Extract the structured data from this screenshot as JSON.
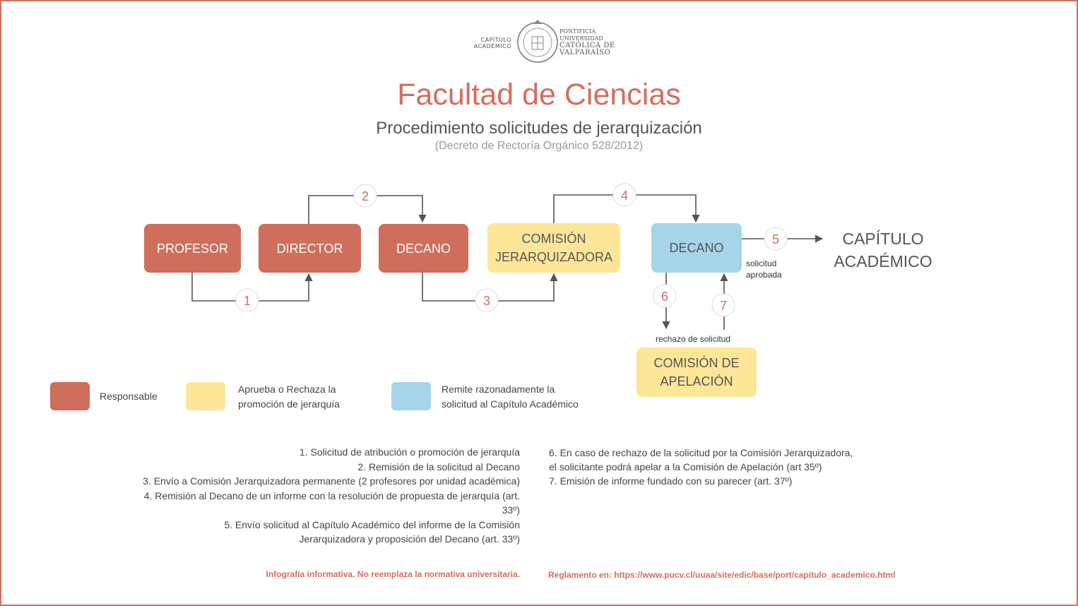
{
  "logo": {
    "left_lines": [
      "CAPÍTULO",
      "ACADÉMICO"
    ],
    "right_lines": [
      "PONTIFICIA",
      "UNIVERSIDAD",
      "CATÓLICA DE",
      "VALPARAÍSO"
    ]
  },
  "header": {
    "title": "Facultad de Ciencias",
    "subtitle": "Procedimiento solicitudes de jerarquización",
    "decree": "(Decreto de Rectoría Orgánico 528/2012)"
  },
  "boxes": {
    "profesor": "PROFESOR",
    "director": "DIRECTOR",
    "decano1": "DECANO",
    "comision_line1": "COMISIÓN",
    "comision_line2": "JERARQUIZADORA",
    "decano2": "DECANO",
    "apelacion_line1": "COMISIÓN DE",
    "apelacion_line2": "APELACIÓN",
    "capitulo_line1": "CAPÍTULO",
    "capitulo_line2": "ACADÉMICO"
  },
  "step_numbers": [
    "1",
    "2",
    "3",
    "4",
    "5",
    "6",
    "7"
  ],
  "annotations": {
    "approved_line1": "solicitud",
    "approved_line2": "aprobada",
    "rejection": "rechazo de solicitud"
  },
  "legend": [
    {
      "color": "#cf6e5c",
      "lines": [
        "Responsable"
      ]
    },
    {
      "color": "#fde698",
      "lines": [
        "Aprueba o Rechaza la",
        "promoción de jerarquía"
      ]
    },
    {
      "color": "#a6d4e9",
      "lines": [
        "Remite razonadamente la",
        "solicitud al Capítulo Académico"
      ]
    }
  ],
  "notes_left": [
    "1. Solicitud de atribución o promoción de jerarquía",
    "2.  Remisión de la solicitud al Decano",
    "3. Envío a Comisión Jerarquizadora permanente (2 profesores por unidad académica)",
    "4. Remisión al Decano de un informe con la resolución de propuesta de jerarquía (art.",
    "33º)",
    "5. Envío solicitud al Capítulo Académico del informe de la Comisión",
    "Jerarquizadora y proposición del Decano (art. 33º)"
  ],
  "notes_right": [
    "6. En caso de rechazo de la solicitud por la Comisión Jerarquizadora,",
    "el solicitante podrá apelar a la Comisión de Apelación (art 35º)",
    "7. Emisión de informe fundado con su parecer (art. 37º)"
  ],
  "footer": {
    "disclaimer": "Infografía informativa. No reemplaza la normativa universitaria.",
    "regulation": "Reglamento en: https://www.pucv.cl/uuaa/site/edic/base/port/capitulo_academico.html"
  },
  "colors": {
    "accent": "#d46e5e",
    "responsable": "#cf6e5c",
    "aprueba": "#fde698",
    "remite": "#a6d4e9"
  }
}
